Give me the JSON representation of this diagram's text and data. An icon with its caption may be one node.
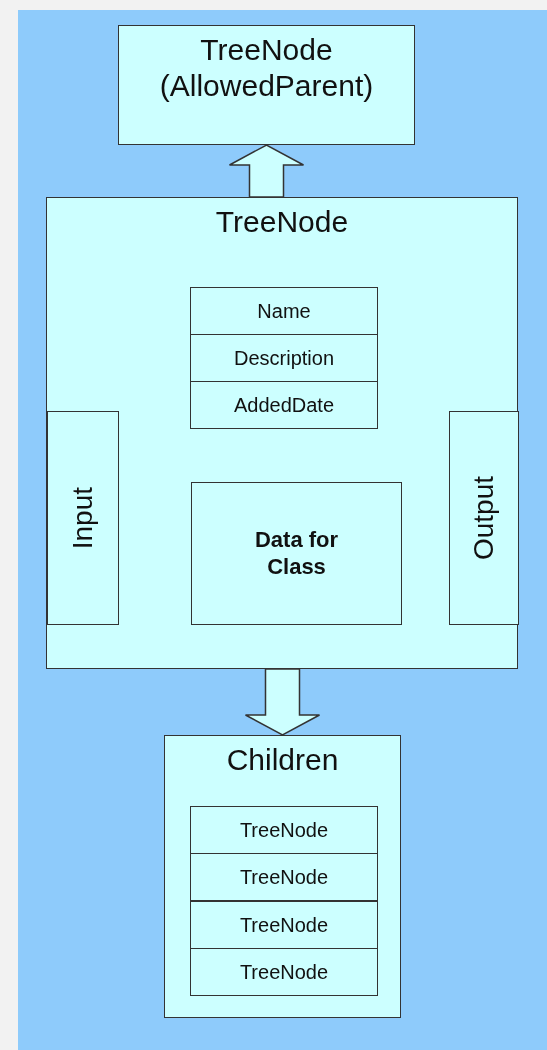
{
  "diagram": {
    "nodes": [
      {
        "text": [
          "TreeNode (AllowedParent)"
        ]
      },
      {
        "text": [
          "TreeNode"
        ]
      },
      {
        "text": [
          "Name"
        ],
        "in": 1
      },
      {
        "text": [
          "Description"
        ],
        "in": 1
      },
      {
        "text": [
          "AddedDate"
        ],
        "in": 1
      },
      {
        "text": [
          "Input"
        ],
        "in": 1
      },
      {
        "text": [
          "Data for Class"
        ],
        "in": 1
      },
      {
        "text": [
          "Output"
        ],
        "in": 1
      },
      {
        "text": [
          "Children"
        ]
      },
      {
        "text": [
          "TreeNode"
        ],
        "in": 8
      },
      {
        "text": [
          "TreeNode"
        ],
        "in": 8
      },
      {
        "text": [
          "TreeNode"
        ],
        "in": 8
      },
      {
        "text": [
          "TreeNode"
        ],
        "in": 8
      }
    ],
    "edges": [
      {
        "from": 1,
        "to": 0,
        "arrow": "to"
      },
      {
        "from": 1,
        "to": 8,
        "arrow": "to"
      }
    ]
  }
}
